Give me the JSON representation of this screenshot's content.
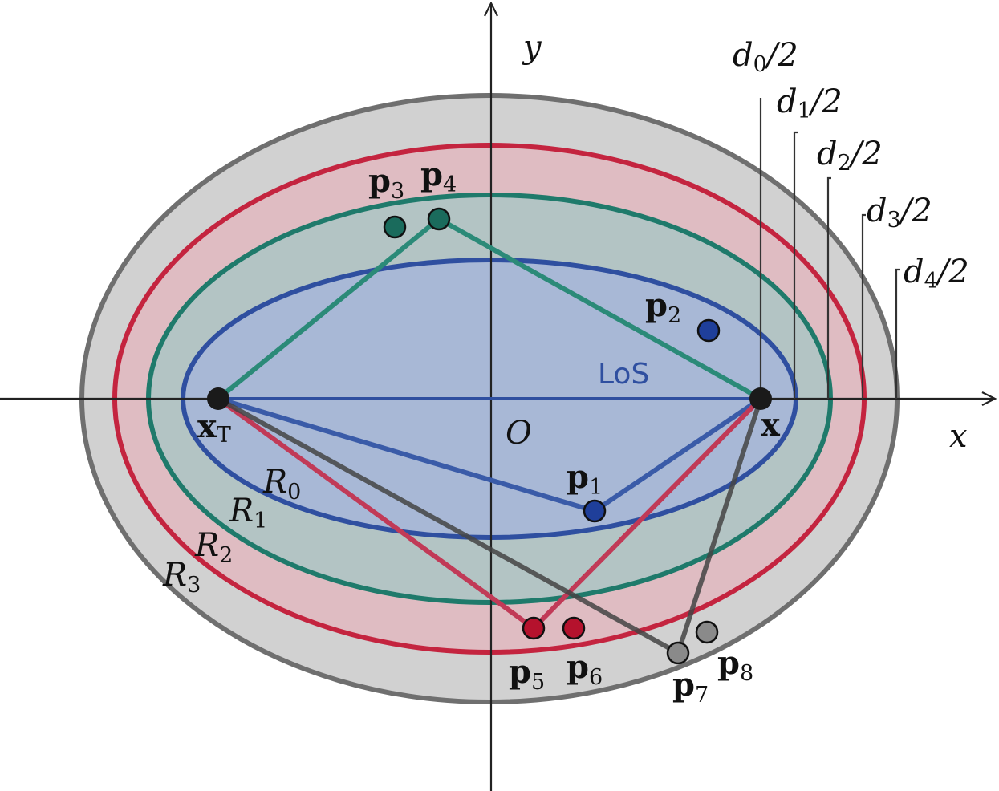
{
  "axes": {
    "x_label": "x",
    "y_label": "y",
    "origin_label": "O"
  },
  "regions": [
    {
      "id": "R3",
      "label": "R",
      "sub": "3",
      "fill": "#d1d1d1",
      "stroke": "#6f6f6f"
    },
    {
      "id": "R2",
      "label": "R",
      "sub": "2",
      "fill": "#dfbcc2",
      "stroke": "#c4243f"
    },
    {
      "id": "R1",
      "label": "R",
      "sub": "1",
      "fill": "#b3c4c4",
      "stroke": "#1f7a6b"
    },
    {
      "id": "R0",
      "label": "R",
      "sub": "0",
      "fill": "#a8b8d6",
      "stroke": "#2f4fa0"
    }
  ],
  "distance_labels": [
    {
      "text": "d",
      "sub": "0",
      "tail": "/2"
    },
    {
      "text": "d",
      "sub": "1",
      "tail": "/2"
    },
    {
      "text": "d",
      "sub": "2",
      "tail": "/2"
    },
    {
      "text": "d",
      "sub": "3",
      "tail": "/2"
    },
    {
      "text": "d",
      "sub": "4",
      "tail": "/2"
    }
  ],
  "nodes": {
    "transmitter": {
      "label": "x",
      "sub": "T"
    },
    "receiver": {
      "label": "x"
    }
  },
  "points": [
    {
      "label": "p",
      "sub": "1",
      "color": "#1f3f9a"
    },
    {
      "label": "p",
      "sub": "2",
      "color": "#1f3f9a"
    },
    {
      "label": "p",
      "sub": "3",
      "color": "#1a6b5c"
    },
    {
      "label": "p",
      "sub": "4",
      "color": "#1a6b5c"
    },
    {
      "label": "p",
      "sub": "5",
      "color": "#b5122d"
    },
    {
      "label": "p",
      "sub": "6",
      "color": "#b5122d"
    },
    {
      "label": "p",
      "sub": "7",
      "color": "#8a8a8a"
    },
    {
      "label": "p",
      "sub": "8",
      "color": "#8a8a8a"
    }
  ],
  "los_label": "LoS",
  "colors": {
    "blue_path": "#3a5ba8",
    "green_path": "#2b8a78",
    "red_path": "#c13a57",
    "gray_path": "#444444",
    "los_text": "#2f4fa0",
    "axis": "#222222"
  }
}
